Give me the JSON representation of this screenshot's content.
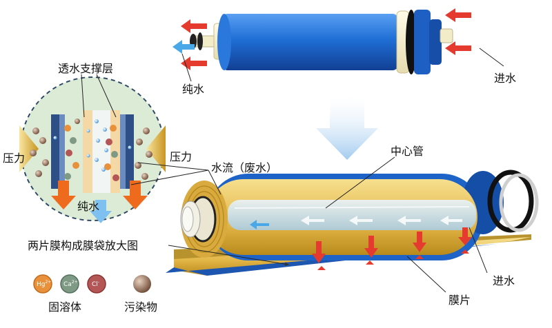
{
  "labels": {
    "inlet_top": "进水",
    "pure_water_top": "纯水",
    "support_layer": "透水支撑层",
    "pressure_left": "压力",
    "pressure_right": "压力",
    "water_flow": "水流（废水）",
    "pure_water_circle": "纯水",
    "center_tube": "中心管",
    "two_sheets": "两片膜构成膜袋放大图",
    "inlet_bottom": "进水",
    "membrane_sheet": "膜片"
  },
  "legend": {
    "ions": [
      {
        "symbol": "Hg",
        "charge": "2+",
        "color": "#e8903a"
      },
      {
        "symbol": "Ca",
        "charge": "2+",
        "color": "#7e9a84"
      },
      {
        "symbol": "Cl",
        "charge": "-",
        "color": "#b45656"
      }
    ],
    "dissolved_solids_label": "固溶体",
    "pollutants_label": "污染物",
    "pollutant_color": "#8a6a50"
  },
  "colors": {
    "tube_blue": "#1f6fd6",
    "membrane_yellow": "#e9c25e",
    "arrow_red": "#e53b2e",
    "arrow_blue": "#4aa8e8",
    "arrow_orange": "#ee6a1c",
    "circle_fill": "#dcebd6"
  }
}
